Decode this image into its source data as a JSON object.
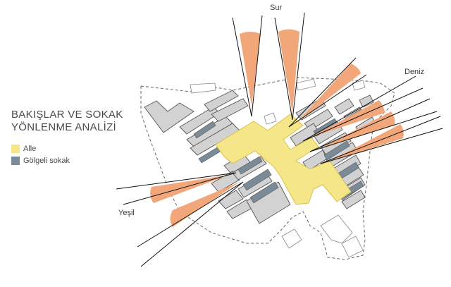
{
  "title": {
    "line1": "BAKIŞLAR VE SOKAK",
    "line2": "YÖNLENME ANALİZİ"
  },
  "legend": [
    {
      "label": "Alle",
      "color": "#f5e68a"
    },
    {
      "label": "Gölgeli sokak",
      "color": "#7a8a96"
    }
  ],
  "labels": {
    "north": "Sur",
    "east": "Deniz",
    "west": "Yeşil"
  },
  "colors": {
    "view_cone": "#f2a77b",
    "alle": "#f5e68a",
    "alle_stroke": "#d8c24a",
    "shaded_street": "#7a8a96",
    "building": "#d2d2d2",
    "building_stroke": "#555555"
  }
}
